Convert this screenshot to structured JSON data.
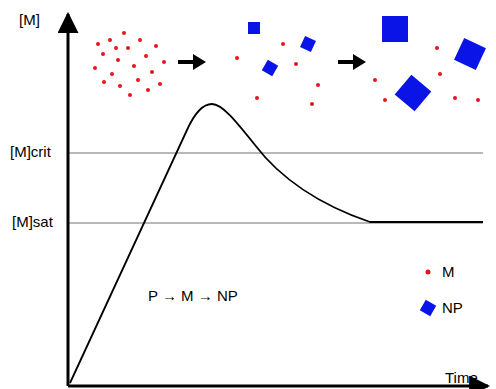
{
  "diagram": {
    "labels": [
      "[M]",
      "[M]crit",
      "[M]sat",
      "Time",
      "P → M → NP"
    ],
    "legend": [
      {
        "text": "M",
        "color": "#e8141b"
      },
      {
        "text": "NP",
        "color": "#0a14e6"
      }
    ]
  }
}
